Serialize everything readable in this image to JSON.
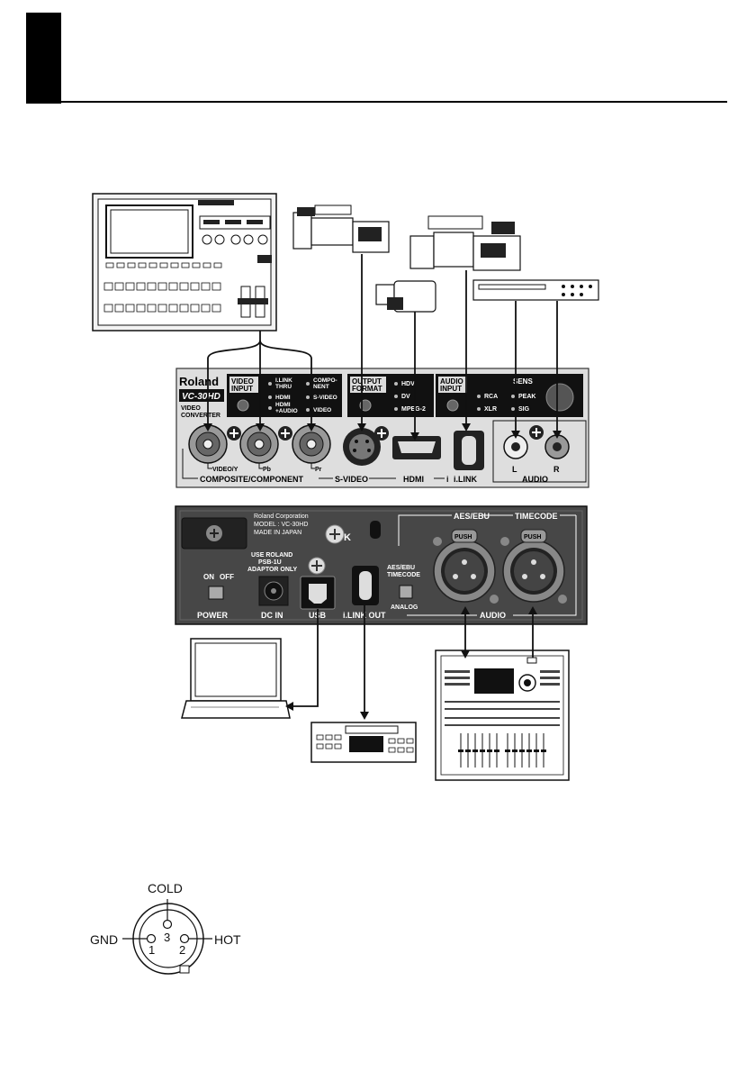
{
  "front_panel": {
    "brand": "Roland",
    "model": "VC-30HD",
    "subtitle_line1": "VIDEO",
    "subtitle_line2": "CONVERTER",
    "video_input": {
      "title_line1": "VIDEO",
      "title_line2": "INPUT",
      "opt_ilink_1": "I.LINK",
      "opt_ilink_2": "THRU",
      "opt_hdmi": "HDMI",
      "opt_hdmi_audio_1": "HDMI",
      "opt_hdmi_audio_2": "+AUDIO",
      "opt_component_1": "COMPO-",
      "opt_component_2": "NENT",
      "opt_svideo": "S-VIDEO",
      "opt_video": "VIDEO"
    },
    "output_format": {
      "title_line1": "OUTPUT",
      "title_line2": "FORMAT",
      "opt_hdv": "HDV",
      "opt_dv": "DV",
      "opt_mpeg2": "MPEG-2"
    },
    "audio_input": {
      "title_line1": "AUDIO",
      "title_line2": "INPUT",
      "opt_rca": "RCA",
      "opt_xlr": "XLR"
    },
    "sens": {
      "title": "SENS",
      "opt_peak": "PEAK",
      "opt_sig": "SIG"
    },
    "jack_video_y": "VIDEO/Y",
    "jack_pb": "Pb",
    "jack_pr": "Pr",
    "group_composite": "COMPOSITE/COMPONENT",
    "group_svideo": "S-VIDEO",
    "group_hdmi": "HDMI",
    "group_ilink": "i.LINK",
    "jack_l": "L",
    "jack_r": "R",
    "group_audio": "AUDIO"
  },
  "rear_panel": {
    "maker": "Roland Corporation",
    "model_line": "MODEL : VC-30HD",
    "made_in": "MADE IN JAPAN",
    "adaptor_line1": "USE ROLAND",
    "adaptor_line2": "PSB-1U",
    "adaptor_line3": "ADAPTOR ONLY",
    "switch_on": "ON",
    "switch_off": "OFF",
    "label_power": "POWER",
    "label_dcin": "DC IN",
    "label_usb": "USB",
    "label_ilink_out": "i.LINK OUT",
    "label_aes_ebu": "AES/EBU",
    "label_timecode": "TIMECODE",
    "push_1": "PUSH",
    "push_2": "PUSH",
    "mode_aes_1": "AES/EBU",
    "mode_aes_2": "TIMECODE",
    "mode_analog": "ANALOG",
    "label_audio": "AUDIO"
  },
  "xlr_pinout": {
    "cold": "COLD",
    "gnd": "GND",
    "hot": "HOT",
    "pin1": "1",
    "pin2": "2",
    "pin3": "3"
  }
}
